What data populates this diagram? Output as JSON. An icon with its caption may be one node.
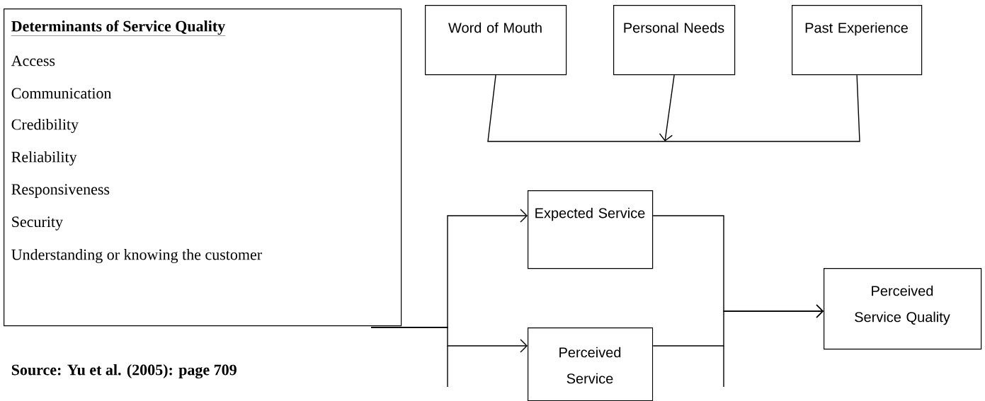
{
  "diagram": {
    "nodes": [
      {
        "text": [
          "Determinants of Service Quality",
          "Access",
          "Communication",
          "Credibility",
          "Reliability",
          "Responsiveness",
          "Security",
          "Understanding or knowing the customer"
        ]
      },
      {
        "text": [
          "Word of Mouth"
        ]
      },
      {
        "text": [
          "Personal Needs"
        ]
      },
      {
        "text": [
          "Past Experience"
        ]
      },
      {
        "text": [
          "Expected Service"
        ]
      },
      {
        "text": [
          "Perceived Service"
        ]
      },
      {
        "text": [
          "Perceived Service Quality"
        ]
      }
    ],
    "edges": [
      {
        "from": 1,
        "to": null,
        "arrow": "none"
      },
      {
        "from": 2,
        "to": null,
        "arrow": "to"
      },
      {
        "from": 3,
        "to": null,
        "arrow": "none"
      },
      {
        "from": 0,
        "to": 4,
        "arrow": "to"
      },
      {
        "from": 0,
        "to": 5,
        "arrow": "to"
      },
      {
        "from": 4,
        "to": 6,
        "arrow": "to"
      },
      {
        "from": 5,
        "to": 6,
        "arrow": "to"
      }
    ],
    "labels": [
      "Source: Yu et al. (2005): page 709"
    ]
  }
}
